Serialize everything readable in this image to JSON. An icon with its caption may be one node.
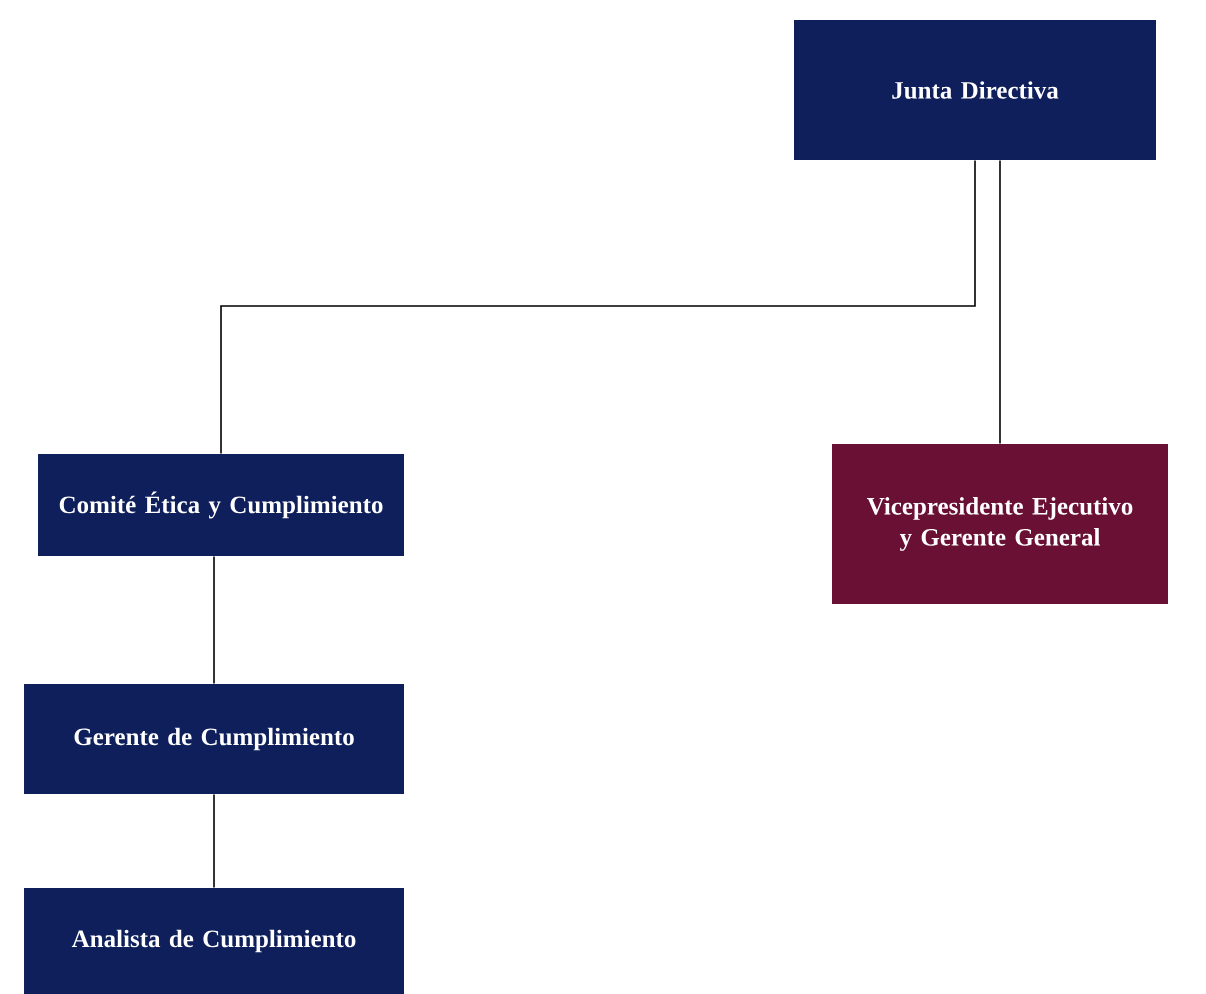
{
  "diagram": {
    "nodes": [
      {
        "text": [
          "Junta Directiva"
        ]
      },
      {
        "text": [
          "Comité Ética y Cumplimiento"
        ]
      },
      {
        "text": [
          "Vicepresidente Ejecutivo y Gerente General"
        ]
      },
      {
        "text": [
          "Gerente de Cumplimiento"
        ]
      },
      {
        "text": [
          "Analista de Cumplimiento"
        ]
      }
    ],
    "edges": [
      {
        "from": 0,
        "to": 1,
        "arrow": "none"
      },
      {
        "from": 0,
        "to": 2,
        "arrow": "none"
      },
      {
        "from": 1,
        "to": 3,
        "arrow": "none"
      },
      {
        "from": 3,
        "to": 4,
        "arrow": "none"
      }
    ]
  }
}
